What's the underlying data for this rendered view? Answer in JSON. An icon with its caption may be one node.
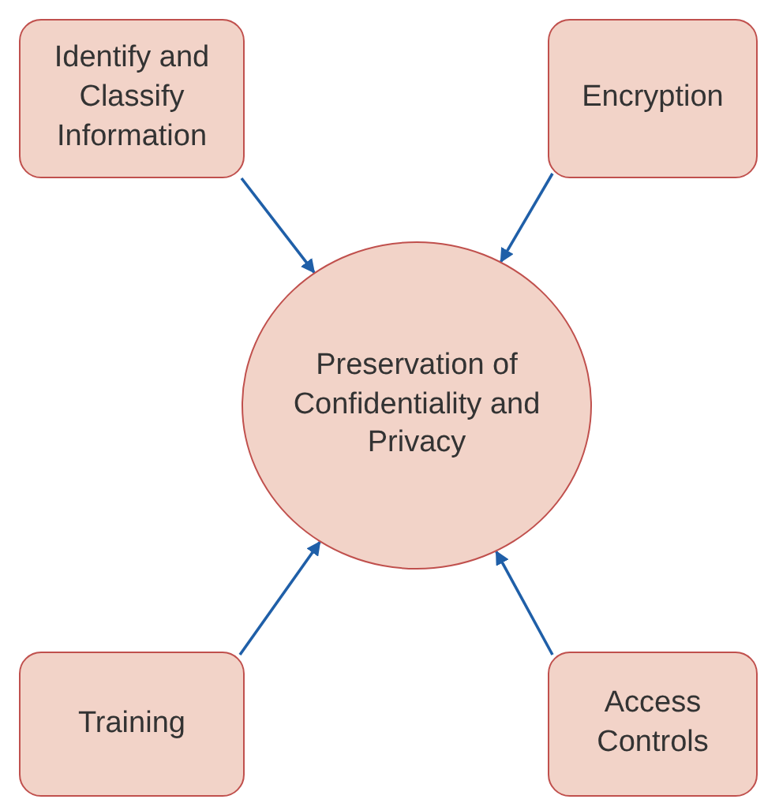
{
  "diagram": {
    "nodes": [
      {
        "text": [
          "Identify and Classify Information"
        ]
      },
      {
        "text": [
          "Encryption"
        ]
      },
      {
        "text": [
          "Preservation of Confidentiality and Privacy"
        ]
      },
      {
        "text": [
          "Training"
        ]
      },
      {
        "text": [
          "Access Controls"
        ]
      }
    ],
    "edges": [
      {
        "from": 0,
        "to": 2,
        "arrow": "to"
      },
      {
        "from": 1,
        "to": 2,
        "arrow": "to"
      },
      {
        "from": 3,
        "to": 2,
        "arrow": "to"
      },
      {
        "from": 4,
        "to": 2,
        "arrow": "to"
      }
    ]
  }
}
